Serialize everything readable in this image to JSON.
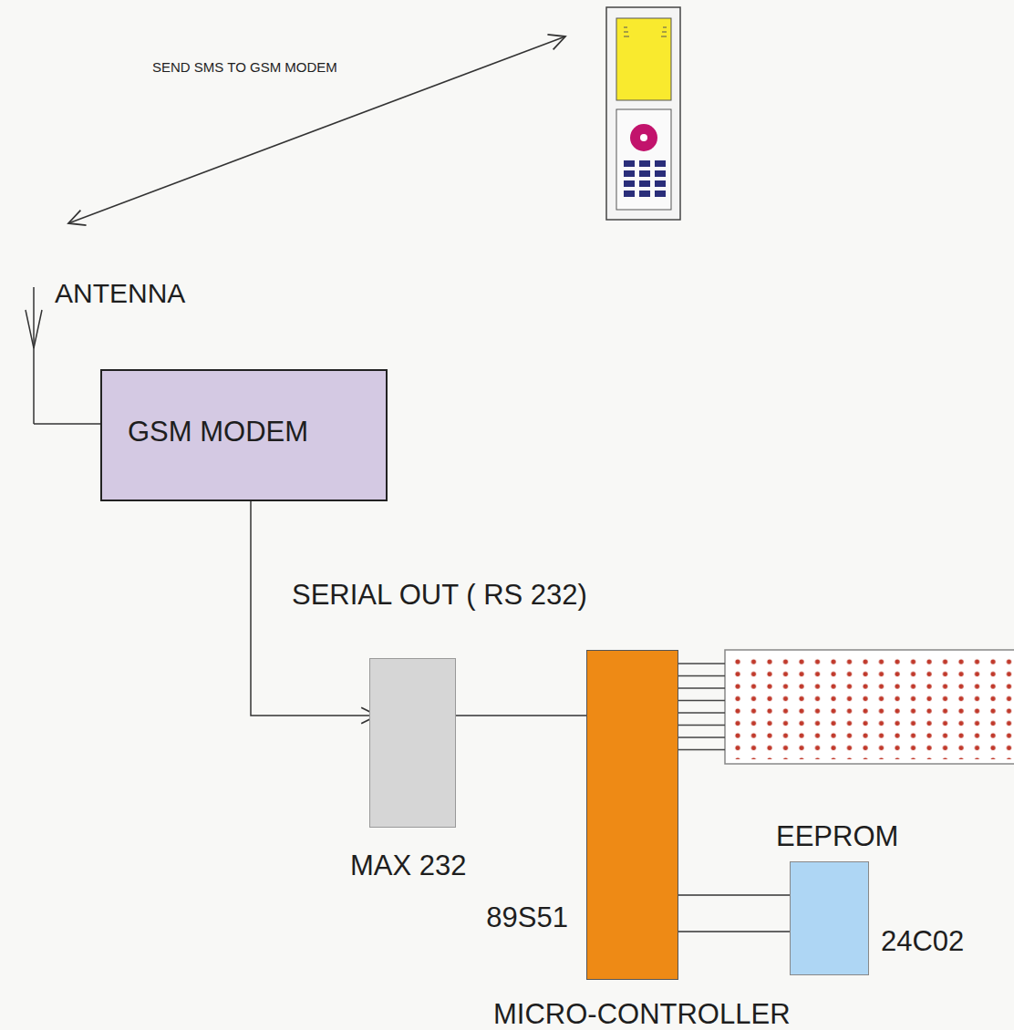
{
  "diagram": {
    "nodes": [
      {
        "text": [
          "GSM MODEM"
        ]
      },
      {
        "text": [
          "MAX 232"
        ]
      },
      {
        "text": [
          "89S51",
          "MICRO-CONTROLLER"
        ]
      },
      {
        "text": [
          "EEPROM",
          "24C02"
        ]
      }
    ],
    "edges": [
      {
        "from": 0,
        "to": 1,
        "arrow": "to",
        "label": "SERIAL OUT ( RS 232)"
      },
      {
        "from": 1,
        "to": 2,
        "arrow": "none"
      },
      {
        "from": 2,
        "to": 3,
        "arrow": "none"
      },
      {
        "from": 2,
        "to": 3,
        "arrow": "none"
      }
    ],
    "labels": [
      "SEND SMS TO GSM MODEM",
      "ANTENNA"
    ]
  }
}
